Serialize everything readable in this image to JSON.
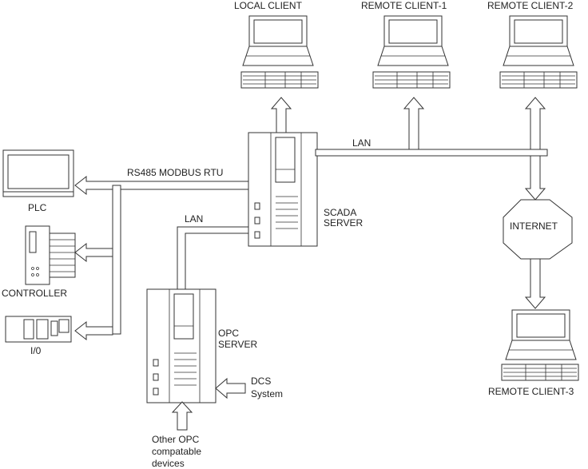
{
  "nodes": {
    "local_client": "LOCAL CLIENT",
    "remote_client_1": "REMOTE CLIENT-1",
    "remote_client_2": "REMOTE CLIENT-2",
    "remote_client_3": "REMOTE CLIENT-3",
    "plc": "PLC",
    "controller": "CONTROLLER",
    "io": "I/0",
    "scada_server": [
      "SCADA",
      "SERVER"
    ],
    "opc_server": [
      "OPC",
      "SERVER"
    ],
    "internet": "INTERNET",
    "dcs": [
      "DCS",
      "System"
    ],
    "other_opc": [
      "Other OPC",
      "compatable",
      "devices"
    ]
  },
  "links": {
    "rs485": "RS485 MODBUS RTU",
    "lan_top": "LAN",
    "lan_opc": "LAN"
  },
  "colors": {
    "line": "#333333",
    "background": "#ffffff"
  }
}
